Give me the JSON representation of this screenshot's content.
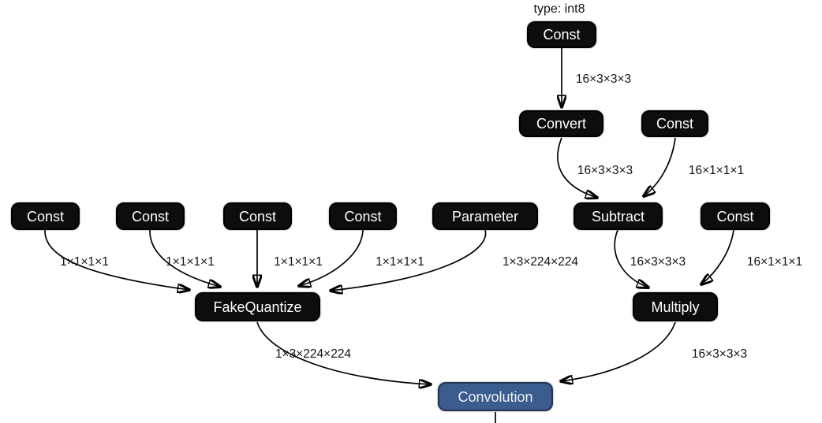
{
  "diagram": {
    "type_note": "type: int8",
    "colors": {
      "bg": "#ffffff",
      "node_fill": "#0d0d0d",
      "node_border": "#000000",
      "node_text": "#ffffff",
      "conv_fill": "#3b5c8e",
      "conv_border": "#22354f",
      "edge_color": "#000000",
      "label_color": "#111111"
    },
    "nodes": [
      {
        "id": "const-top",
        "label": "Const"
      },
      {
        "id": "convert",
        "label": "Convert"
      },
      {
        "id": "const-topright",
        "label": "Const"
      },
      {
        "id": "const-1",
        "label": "Const"
      },
      {
        "id": "const-2",
        "label": "Const"
      },
      {
        "id": "const-3",
        "label": "Const"
      },
      {
        "id": "const-4",
        "label": "Const"
      },
      {
        "id": "parameter",
        "label": "Parameter"
      },
      {
        "id": "subtract",
        "label": "Subtract"
      },
      {
        "id": "const-5",
        "label": "Const"
      },
      {
        "id": "fakequantize",
        "label": "FakeQuantize"
      },
      {
        "id": "multiply",
        "label": "Multiply"
      },
      {
        "id": "convolution",
        "label": "Convolution"
      }
    ],
    "edge_labels": [
      {
        "id": "const-top-to-convert",
        "text": "16×3×3×3"
      },
      {
        "id": "convert-to-subtract",
        "text": "16×3×3×3"
      },
      {
        "id": "const-to-subtract",
        "text": "16×1×1×1"
      },
      {
        "id": "const1-to-fakequantize",
        "text": "1×1×1×1"
      },
      {
        "id": "const2-to-fakequantize",
        "text": "1×1×1×1"
      },
      {
        "id": "const3-to-fakequantize",
        "text": "1×1×1×1"
      },
      {
        "id": "const4-to-fakequantize",
        "text": "1×1×1×1"
      },
      {
        "id": "parameter-to-fakequantize",
        "text": "1×3×224×224"
      },
      {
        "id": "subtract-to-multiply",
        "text": "16×3×3×3"
      },
      {
        "id": "const5-to-multiply",
        "text": "16×1×1×1"
      },
      {
        "id": "fakequantize-to-convolution",
        "text": "1×3×224×224"
      },
      {
        "id": "multiply-to-convolution",
        "text": "16×3×3×3"
      }
    ]
  }
}
